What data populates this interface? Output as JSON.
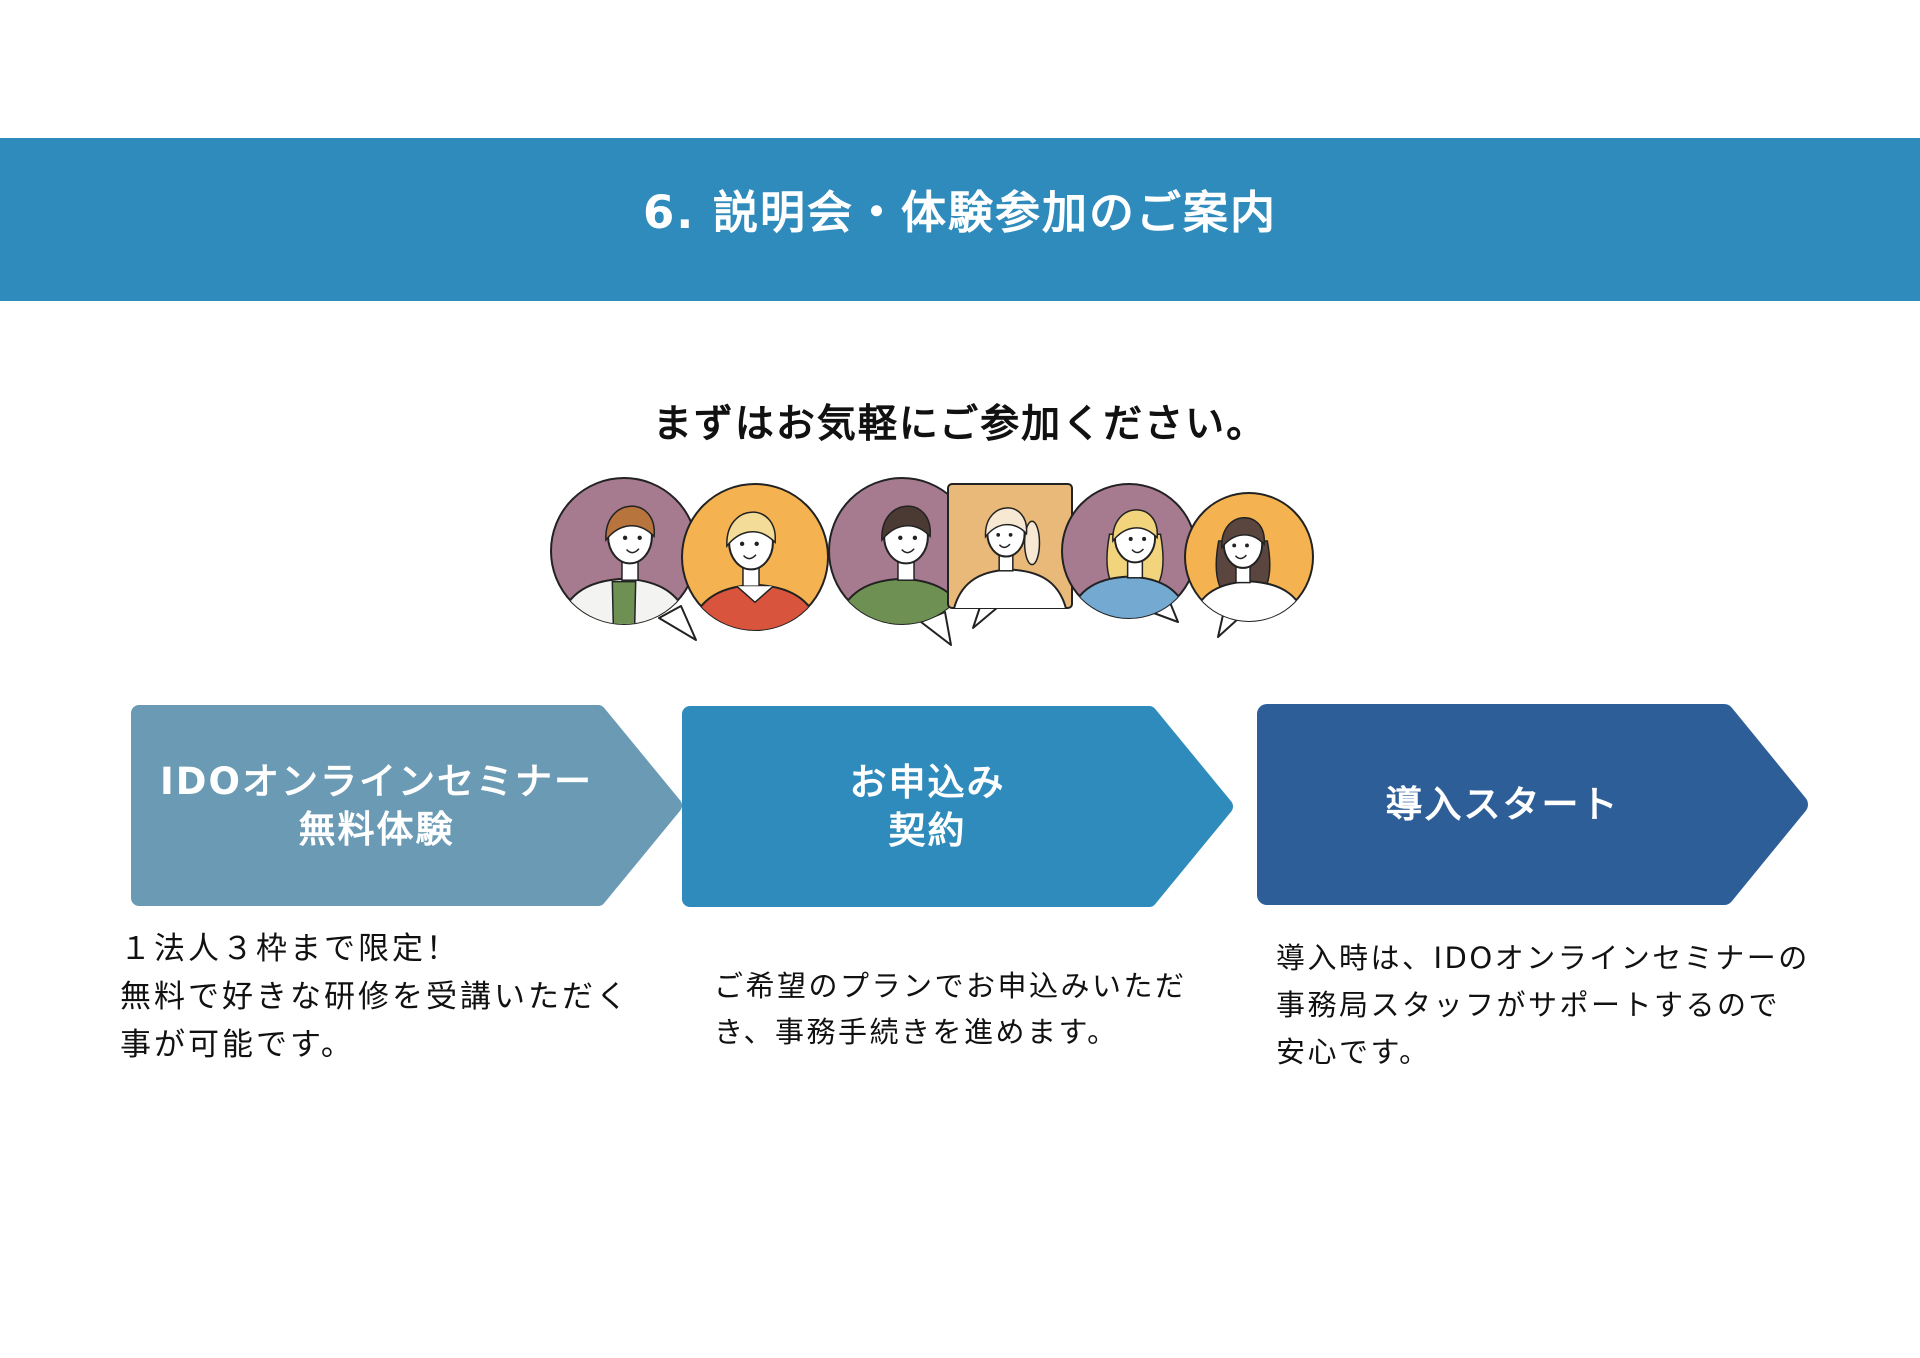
{
  "header": {
    "title": "6. 説明会・体験参加のご案内"
  },
  "intro": {
    "heading": "まずはお気軽にご参加ください。"
  },
  "colors": {
    "header_bg": "#2e8bbc",
    "step1": "#6b9ab4",
    "step2": "#2e8bbc",
    "step3": "#2d5e97",
    "step_text": "#ffffff"
  },
  "steps": [
    {
      "title_lines": [
        "IDOオンラインセミナー",
        "無料体験"
      ],
      "description_lines": [
        "１法人３枠まで限定！",
        "無料で好きな研修を受講いただく",
        "事が可能です。"
      ]
    },
    {
      "title_lines": [
        "お申込み",
        "契約"
      ],
      "description_lines": [
        "ご希望のプランでお申込みいただ",
        "き、事務手続きを進めます。"
      ]
    },
    {
      "title_lines": [
        "導入スタート"
      ],
      "description_lines": [
        "導入時は、IDOオンラインセミナーの",
        "事務局スタッフがサポートするので",
        "安心です。"
      ]
    }
  ]
}
